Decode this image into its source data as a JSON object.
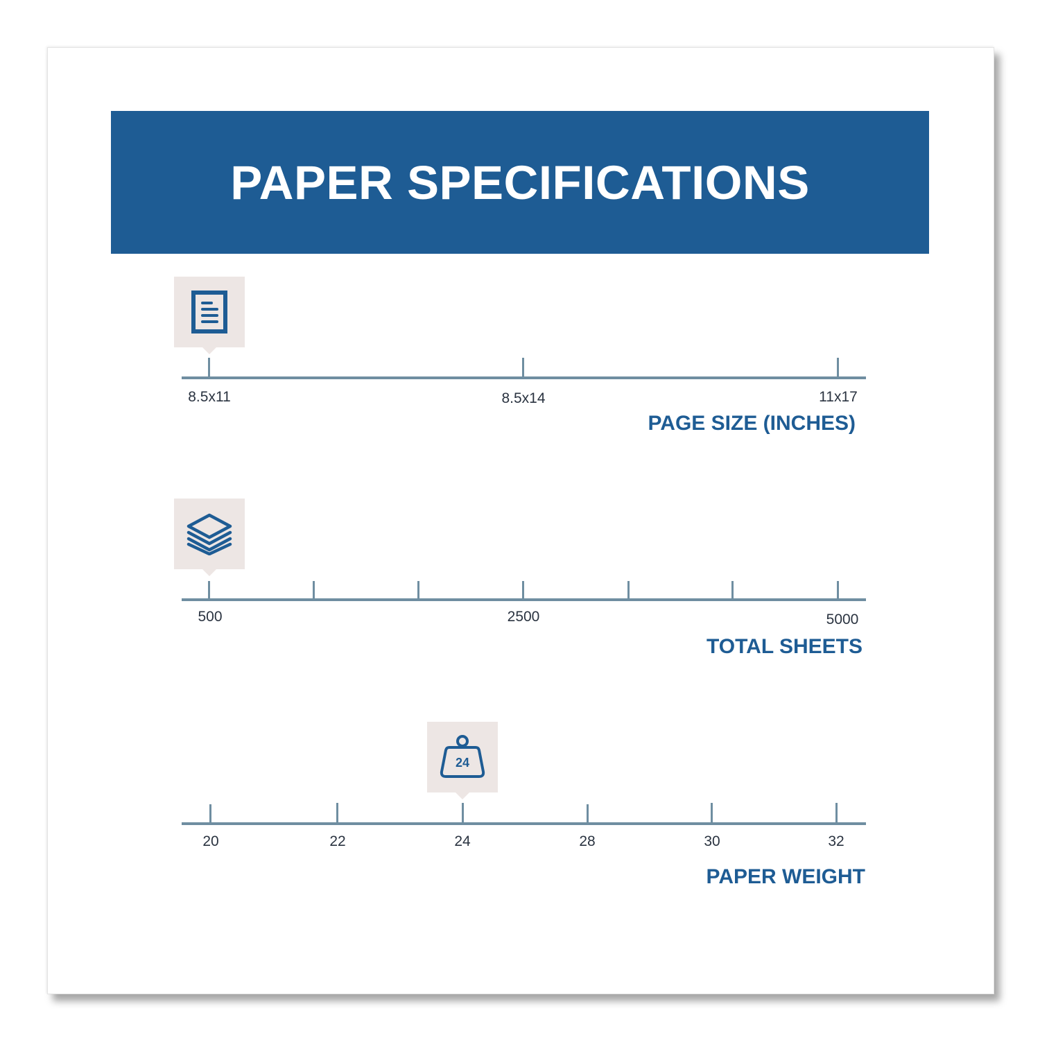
{
  "header": {
    "title": "PAPER SPECIFICATIONS"
  },
  "colors": {
    "brand_blue": "#1e5c94",
    "axis": "#6f8ea1",
    "marker_bg": "#ede6e4",
    "label_text": "#2a3340"
  },
  "scales": [
    {
      "title": "PAGE SIZE (INCHES)",
      "icon": "document-icon",
      "selected": "8.5x11",
      "ticks": [
        "8.5x11",
        "8.5x14",
        "11x17"
      ]
    },
    {
      "title": "TOTAL SHEETS",
      "icon": "paper-stack-icon",
      "selected": "500",
      "ticks": [
        "500",
        "",
        "",
        "2500",
        "",
        "",
        "5000"
      ]
    },
    {
      "title": "PAPER WEIGHT",
      "icon": "weight-icon",
      "icon_text": "24",
      "selected": "24",
      "ticks": [
        "20",
        "22",
        "24",
        "28",
        "30",
        "32"
      ]
    }
  ]
}
